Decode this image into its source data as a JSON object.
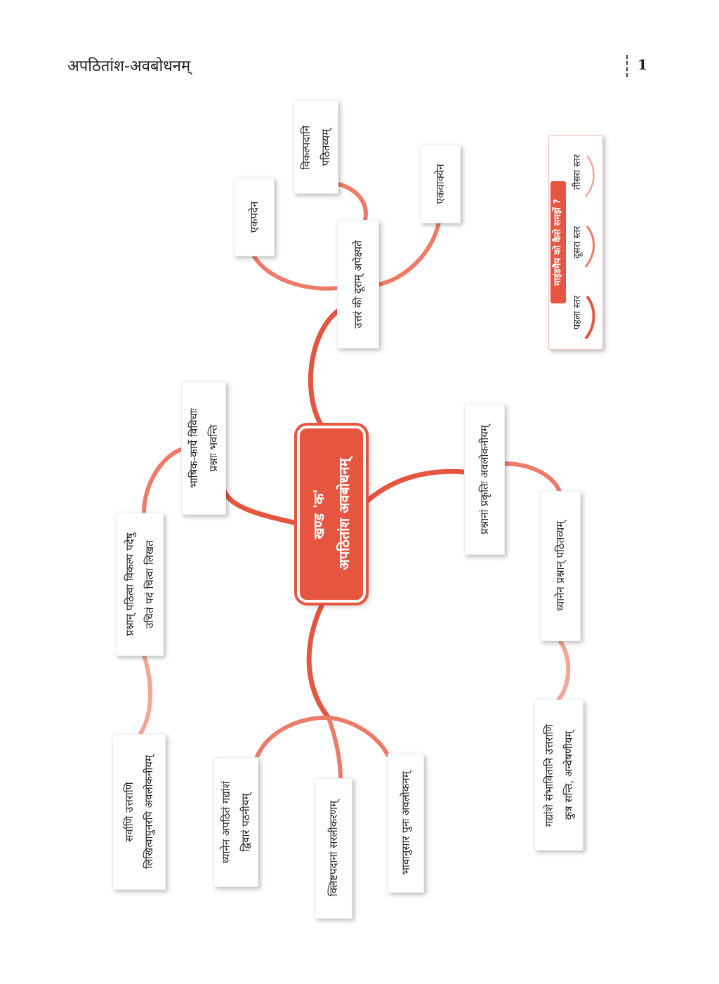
{
  "header": {
    "title": "अपठितांश-अवबोधनम्",
    "page_number": "1"
  },
  "center": {
    "line1": "खण्ड 'क'",
    "line2": "अपठितांश अवबोधनम्"
  },
  "nodes": {
    "ekapadena": "एकपदेन",
    "vikalpa_line1": "विकल्पदानि",
    "vikalpa_line2": "पठितव्यम्",
    "ekavakyena": "एकवाक्येन",
    "uttara_apekshyate": "उत्तरं की दूराम् अपेक्ष्यते",
    "bhashika_line1": "भाषिक-कार्ये विविधाः",
    "bhashika_line2": "प्रश्नाः भवन्ति",
    "prashnan_line1": "प्रश्नान् पठित्वा विकल्प पदेषु",
    "prashnan_line2": "उचितं पदं चित्वा लिखत",
    "sarvani_line1": "सर्वाणि उत्तराणि",
    "sarvani_line2": "लिखित्वापुनरपि अवलोकनीयम्",
    "dhyanena_gadyansh_line1": "ध्यानेन अपठितं गद्यांशं",
    "dhyanena_gadyansh_line2": "द्विवारं पठनीयम्",
    "klishta": "क्लिष्टपदानां सरलीकरणम्",
    "bhavanusar": "भावानुसार पुनः अवलोकनम्",
    "prashnanam_prakriti": "प्रश्नानां प्रकृतिः अवलोकनीयम्",
    "dhyanena_prashnan": "ध्यानेन प्रश्नान् पठितव्यम्",
    "gadyanshe_line1": "गद्यांशे संभावितानि उत्तराणि",
    "gadyanshe_line2": "कुत्र सन्ति, अन्वेषणीयम्"
  },
  "legend": {
    "title": "माइंडमैप को कैसे समझें ?",
    "level1": "पहला स्तर",
    "level2": "दूसरा स्तर",
    "level3": "तीसरा स्तर"
  },
  "colors": {
    "level1": "#e6553f",
    "level2": "#ee7b68",
    "level3": "#f3a596"
  }
}
